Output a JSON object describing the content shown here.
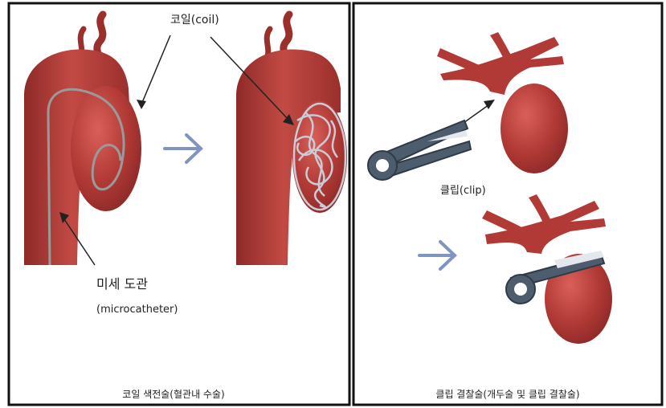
{
  "labels": {
    "coil": "코일(coil)",
    "microcatheter_ko": "미세 도관",
    "microcatheter_en": "(microcatheter)",
    "clip": "클립(clip)"
  },
  "captions": {
    "left": "코일 색전술(혈관내 수술)",
    "right": "클립 결찰술(개두술 및 클립 결찰술)"
  },
  "colors": {
    "vessel": "#b23a36",
    "vessel_dark": "#7e2020",
    "aneurysm_highlight": "#d9605a",
    "arrow": "#7f95bf",
    "clip": "#4e5d6d",
    "frame": "#111111"
  }
}
